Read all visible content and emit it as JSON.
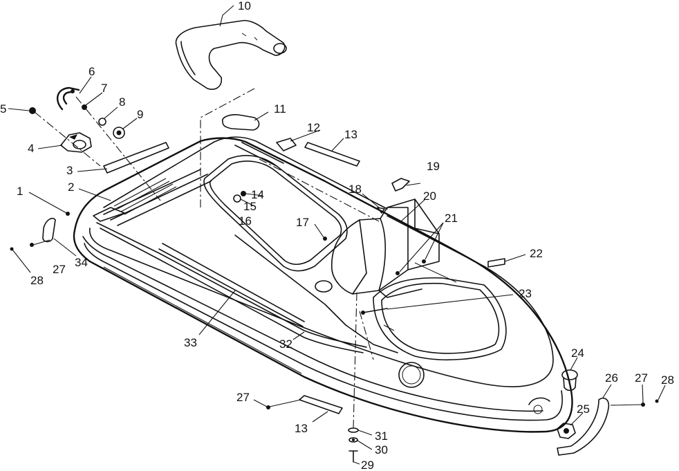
{
  "diagram": {
    "callouts": [
      {
        "id": "c1",
        "label": "1"
      },
      {
        "id": "c2",
        "label": "2"
      },
      {
        "id": "c3",
        "label": "3"
      },
      {
        "id": "c4",
        "label": "4"
      },
      {
        "id": "c5",
        "label": "5"
      },
      {
        "id": "c6",
        "label": "6"
      },
      {
        "id": "c7",
        "label": "7"
      },
      {
        "id": "c8",
        "label": "8"
      },
      {
        "id": "c9",
        "label": "9"
      },
      {
        "id": "c10",
        "label": "10"
      },
      {
        "id": "c11",
        "label": "11"
      },
      {
        "id": "c12",
        "label": "12"
      },
      {
        "id": "c13a",
        "label": "13"
      },
      {
        "id": "c13b",
        "label": "13"
      },
      {
        "id": "c14",
        "label": "14"
      },
      {
        "id": "c15",
        "label": "15"
      },
      {
        "id": "c16",
        "label": "16"
      },
      {
        "id": "c17",
        "label": "17"
      },
      {
        "id": "c18",
        "label": "18"
      },
      {
        "id": "c19",
        "label": "19"
      },
      {
        "id": "c20",
        "label": "20"
      },
      {
        "id": "c21",
        "label": "21"
      },
      {
        "id": "c22",
        "label": "22"
      },
      {
        "id": "c23",
        "label": "23"
      },
      {
        "id": "c24",
        "label": "24"
      },
      {
        "id": "c25",
        "label": "25"
      },
      {
        "id": "c26",
        "label": "26"
      },
      {
        "id": "c27a",
        "label": "27"
      },
      {
        "id": "c27b",
        "label": "27"
      },
      {
        "id": "c27c",
        "label": "27"
      },
      {
        "id": "c28a",
        "label": "28"
      },
      {
        "id": "c28b",
        "label": "28"
      },
      {
        "id": "c29",
        "label": "29"
      },
      {
        "id": "c30",
        "label": "30"
      },
      {
        "id": "c31",
        "label": "31"
      },
      {
        "id": "c32",
        "label": "32"
      },
      {
        "id": "c33",
        "label": "33"
      },
      {
        "id": "c34",
        "label": "34"
      }
    ]
  }
}
